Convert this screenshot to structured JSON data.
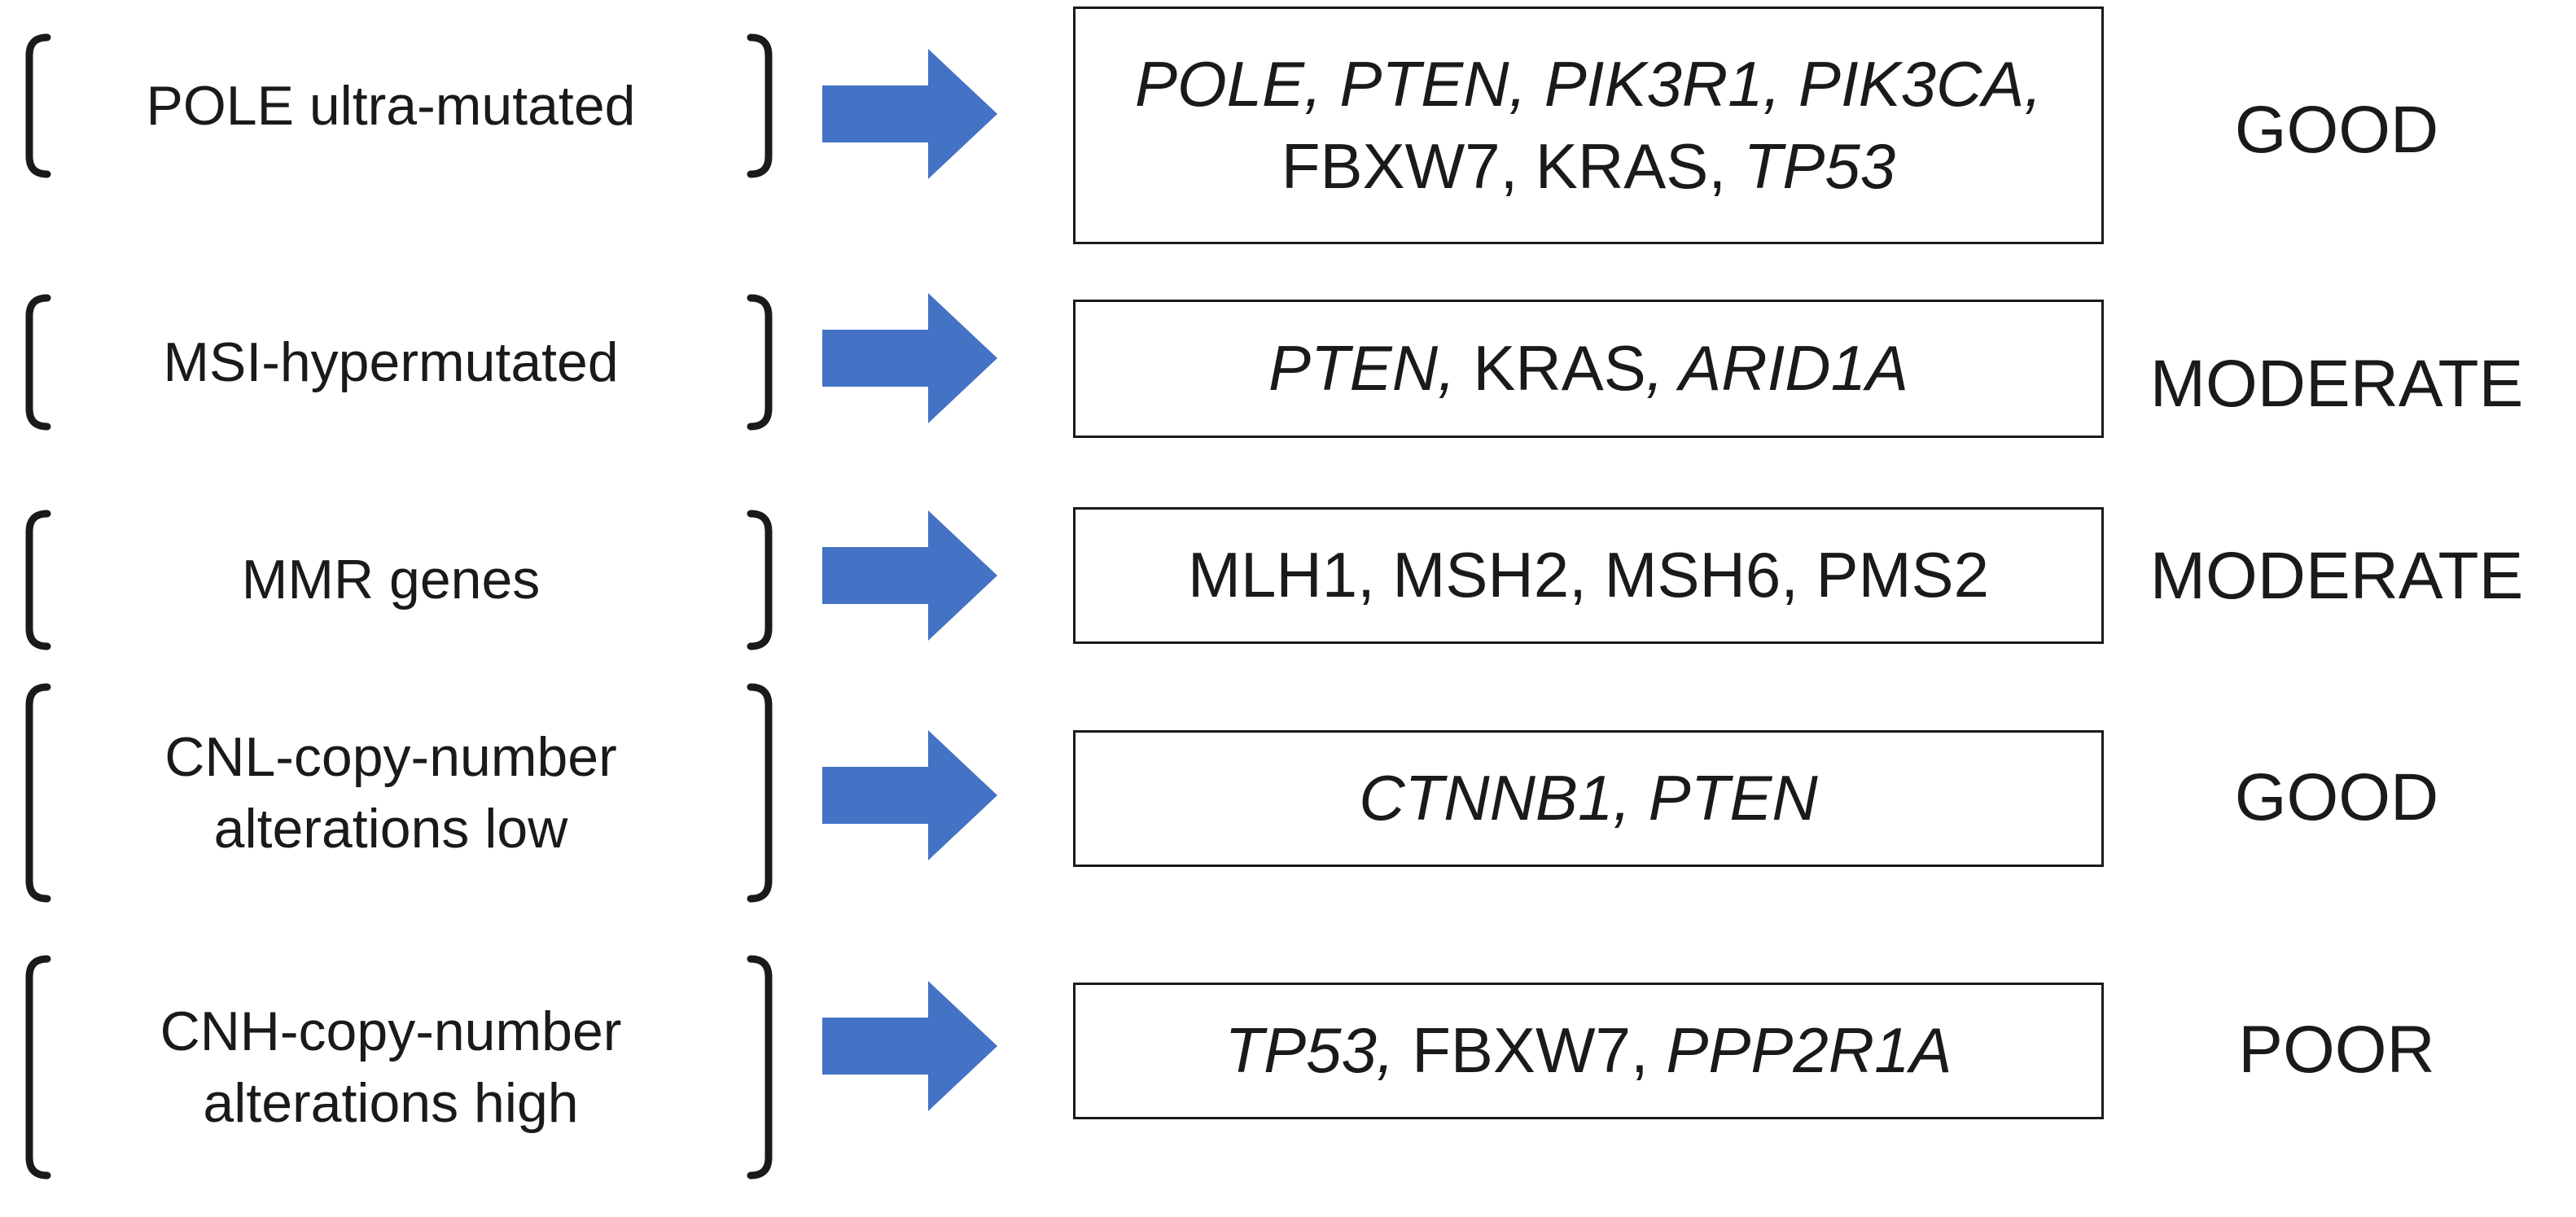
{
  "colors": {
    "arrow": "#4472C4",
    "text": "#1a1a1a",
    "border": "#1a1a1a"
  },
  "rows": [
    {
      "subtype": [
        "POLE ultra-mutated"
      ],
      "genes": [
        [
          {
            "t": "POLE, PTEN, PIK3R1, PIK3CA,",
            "i": true
          }
        ],
        [
          {
            "t": "FBXW7, KRAS, ",
            "i": false
          },
          {
            "t": "TP53",
            "i": true
          }
        ]
      ],
      "prognosis": "GOOD"
    },
    {
      "subtype": [
        "MSI-hypermutated"
      ],
      "genes": [
        [
          {
            "t": "PTEN,",
            "i": true
          },
          {
            "t": " KRAS",
            "i": false
          },
          {
            "t": ", ARID1A",
            "i": true
          }
        ]
      ],
      "prognosis": "MODERATE"
    },
    {
      "subtype": [
        "MMR genes"
      ],
      "genes": [
        [
          {
            "t": "MLH1, MSH2, MSH6, PMS2",
            "i": false
          }
        ]
      ],
      "prognosis": "MODERATE"
    },
    {
      "subtype": [
        "CNL-copy-number",
        "alterations low"
      ],
      "genes": [
        [
          {
            "t": "CTNNB1, PTEN",
            "i": true
          }
        ]
      ],
      "prognosis": "GOOD"
    },
    {
      "subtype": [
        "CNH-copy-number",
        "alterations high"
      ],
      "genes": [
        [
          {
            "t": "TP53,",
            "i": true
          },
          {
            "t": " FBXW7, ",
            "i": false
          },
          {
            "t": "PPP2R1A",
            "i": true
          }
        ]
      ],
      "prognosis": "POOR"
    }
  ]
}
